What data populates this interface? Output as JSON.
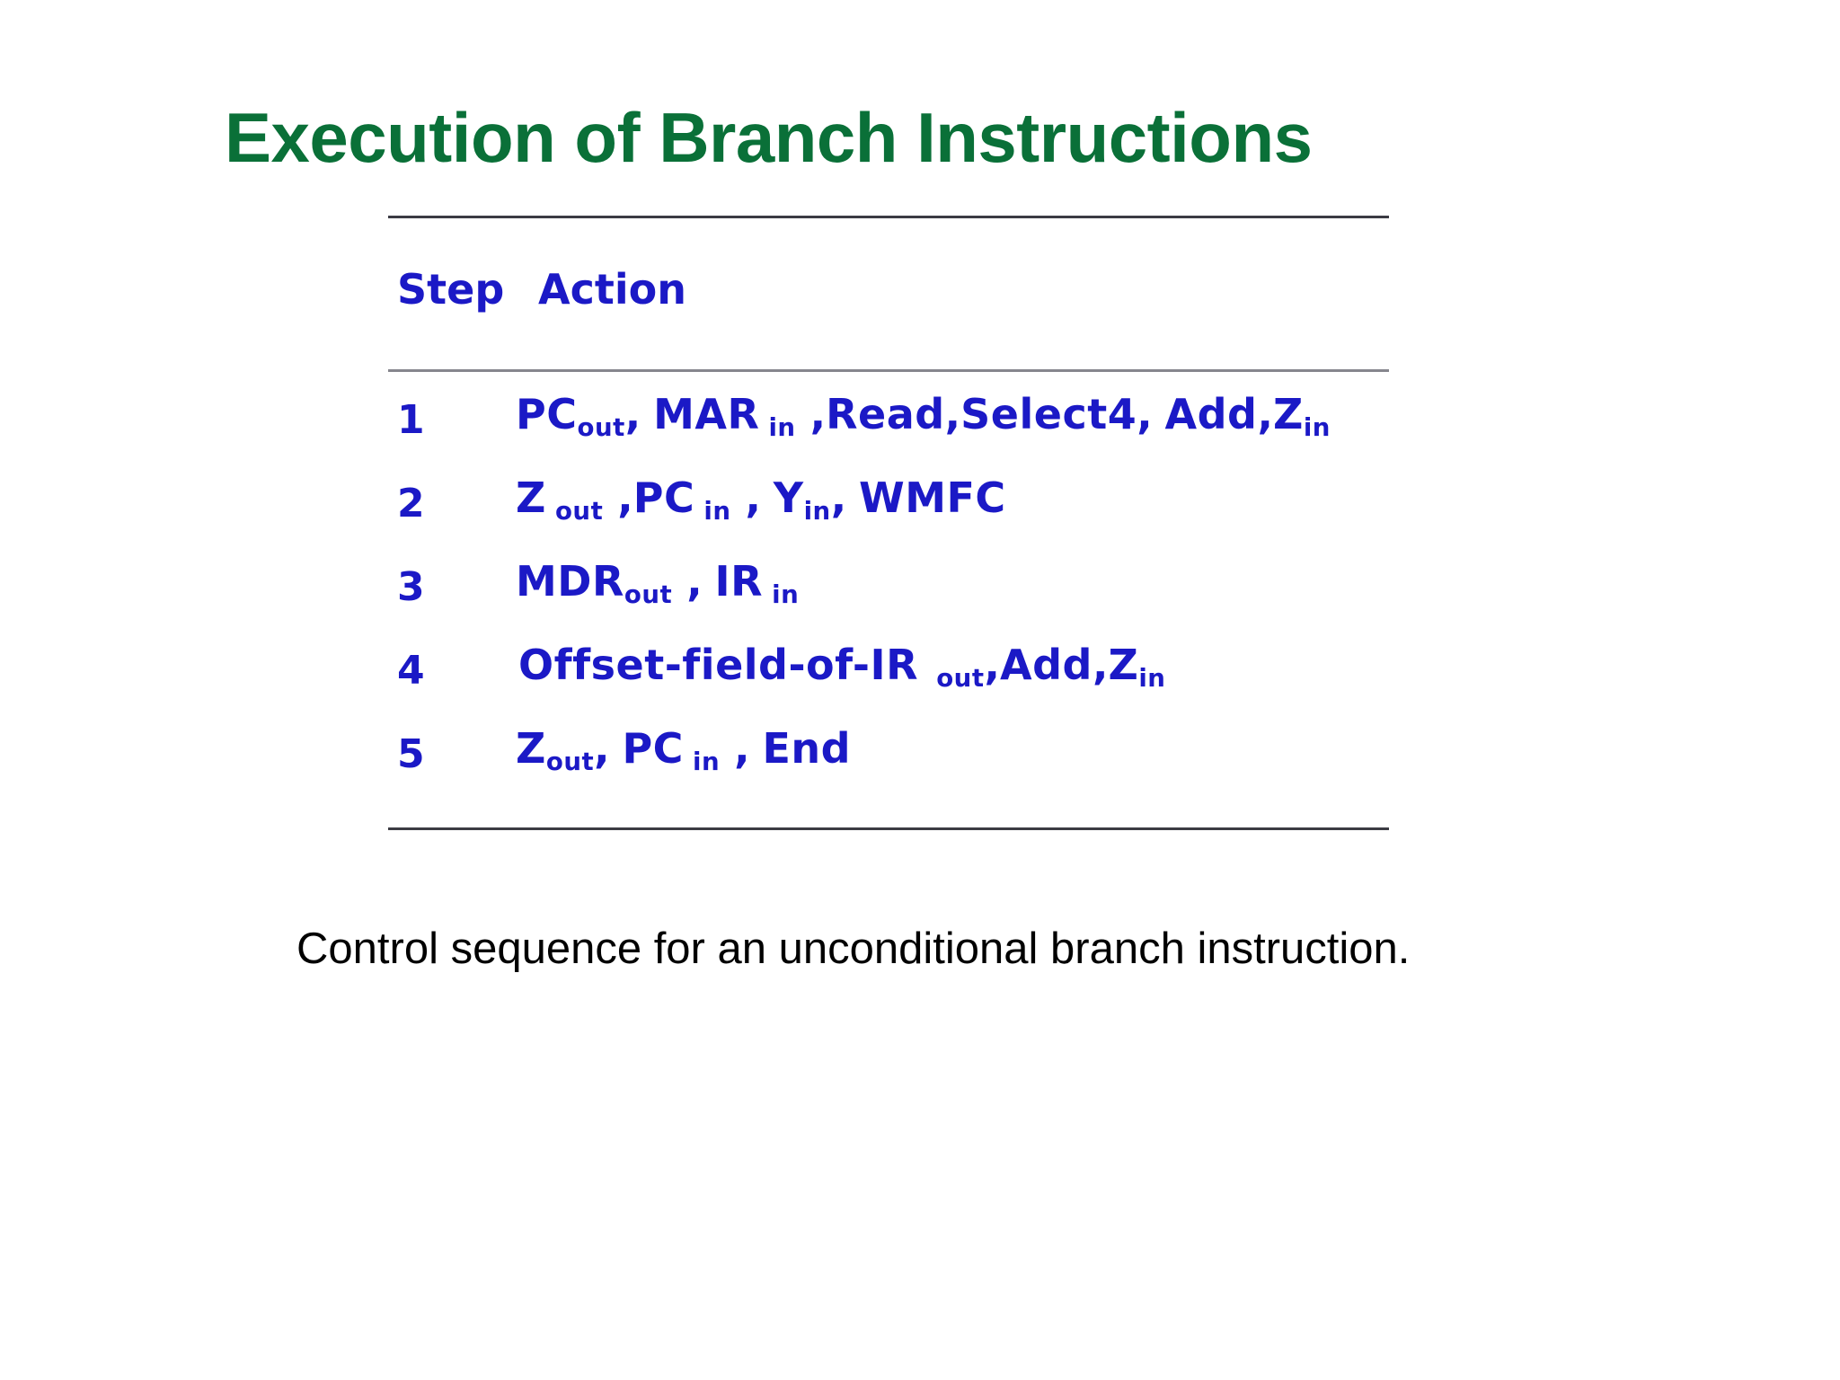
{
  "slide": {
    "title": "Execution of Branch Instructions",
    "caption": "Control sequence for an unconditional branch instruction.",
    "colors": {
      "title_green": "#0a7038",
      "table_blue": "#1b19c6",
      "caption_black": "#000000",
      "rule_dark": "#3b3b43",
      "rule_light": "#86868e",
      "background": "#ffffff"
    }
  },
  "table": {
    "headers": {
      "step": "Step",
      "action": "Action"
    },
    "rows": [
      {
        "step": "1",
        "action_plain": "PCout, MARin, Read, Select4, Add, Zin",
        "parts": [
          {
            "base": "PC",
            "sub": "out"
          },
          {
            "base": ", MAR",
            "sub": "in"
          },
          {
            "base": ", Read, Select4, Add, Z",
            "sub": "in"
          }
        ]
      },
      {
        "step": "2",
        "action_plain": "Zout, PCin, Yin, WMFC",
        "parts": [
          {
            "base": "Z",
            "sub": "out"
          },
          {
            "base": ", PC",
            "sub": "in"
          },
          {
            "base": ", Y",
            "sub": "in"
          },
          {
            "base": ", WMFC",
            "sub": ""
          }
        ]
      },
      {
        "step": "3",
        "action_plain": "MDRout, IRin",
        "parts": [
          {
            "base": "MDR",
            "sub": "out"
          },
          {
            "base": ", IR",
            "sub": "in"
          }
        ]
      },
      {
        "step": "4",
        "action_plain": "Offset-field-of-IRout, Add, Zin",
        "parts": [
          {
            "base": "Offset-field-of-IR",
            "sub": "out"
          },
          {
            "base": ", Add, Z",
            "sub": "in"
          }
        ]
      },
      {
        "step": "5",
        "action_plain": "Zout, PCin, End",
        "parts": [
          {
            "base": "Z",
            "sub": "out"
          },
          {
            "base": ", PC",
            "sub": "in"
          },
          {
            "base": ", End",
            "sub": ""
          }
        ]
      }
    ]
  }
}
